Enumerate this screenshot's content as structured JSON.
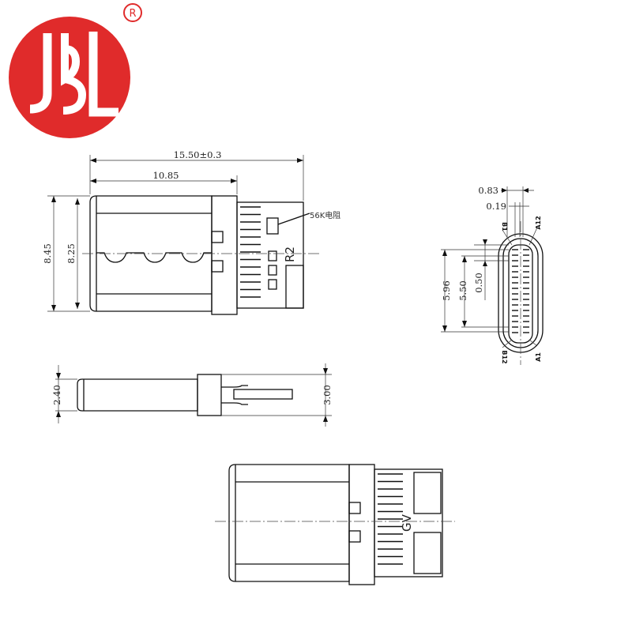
{
  "logo": {
    "text": "JBL",
    "registered": "R",
    "color": "#e02b2b"
  },
  "dimensions": {
    "overall_length": "15.50±0.3",
    "body_length": "10.85",
    "height_outer": "8.45",
    "height_inner": "8.25",
    "thickness": "2.40",
    "tongue_thickness": "3.00",
    "pitch_width": "0.83",
    "pin_width": "0.19",
    "outer_span": "5.96",
    "inner_span": "5.50",
    "pin_pitch": "0.50"
  },
  "labels": {
    "resistor_note": "56K电阻",
    "resistor_ref": "R2",
    "bottom_pads": "GV",
    "pin_b1": "B1",
    "pin_a12": "A12",
    "pin_b12": "B12",
    "pin_a1": "A1"
  }
}
